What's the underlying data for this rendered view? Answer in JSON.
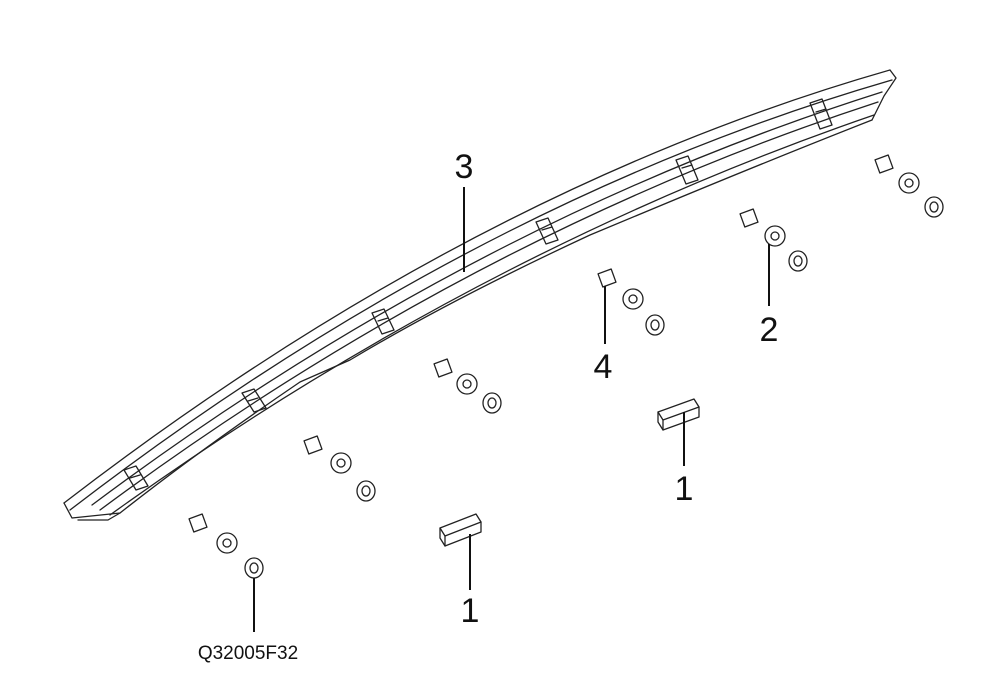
{
  "diagram": {
    "callouts": {
      "spoiler": "3",
      "washer_nut": "2",
      "clip": "4",
      "pad_right": "1",
      "pad_left": "1"
    },
    "reference_code": "Q32005F32"
  }
}
